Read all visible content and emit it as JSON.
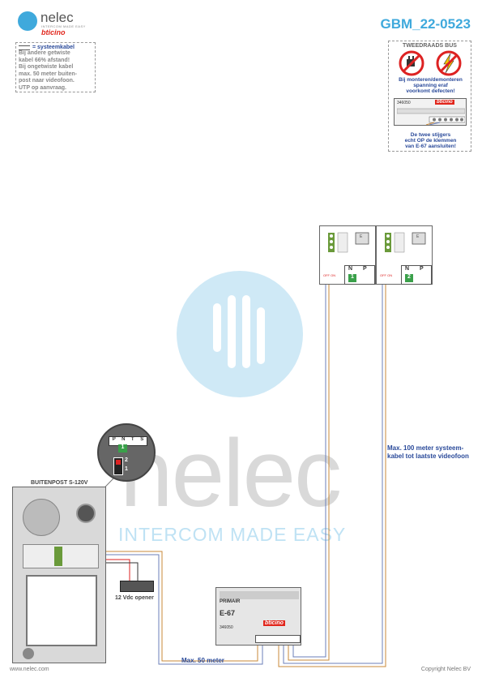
{
  "header": {
    "brand": "nelec",
    "brand_tagline": "INTERCOM MADE EASY",
    "partner_brand": "bticino",
    "document_code": "GBM_22-0523"
  },
  "note": {
    "title": "= systeemkabel",
    "lines": [
      "Bij andere getwiste",
      "kabel 66% afstand!",
      "Bij ongetwiste kabel",
      "max. 50 meter buiten-",
      "post naar videofoon.",
      "UTP op aanvraag."
    ]
  },
  "warning": {
    "title": "TWEEDRAADS BUS",
    "message": [
      "Bij monteren/demonteren",
      "spanning eraf",
      "voorkomt defecten!"
    ],
    "module_code": "346050",
    "module_brand": "bticino",
    "bus_message": [
      "De twee stijgers",
      "echt OP de klemmen",
      "van E-67 aansluiten!"
    ]
  },
  "watermark": {
    "name": "nelec",
    "tagline": "INTERCOM MADE EASY"
  },
  "videophones": [
    {
      "switch_label": "OFF ON",
      "col_n": "N",
      "col_p": "P",
      "address": "1",
      "screen_letter": "E"
    },
    {
      "switch_label": "OFF ON",
      "col_n": "N",
      "col_p": "P",
      "address": "2",
      "screen_letter": "E"
    }
  ],
  "config_callout": {
    "header": [
      "P",
      "N",
      "T",
      "S"
    ],
    "value": "1",
    "switch_positions": [
      "2",
      "1"
    ]
  },
  "outdoor_station": {
    "title": "BUITENPOST S-120V"
  },
  "lock": {
    "label": "12 Vdc opener"
  },
  "power_supply": {
    "primary_label": "PRIMAIR",
    "model": "E-67",
    "code": "346050",
    "brand": "bticino"
  },
  "distances": {
    "riser": [
      "Max. 100 meter systeem-",
      "kabel tot laatste videofoon"
    ],
    "outdoor": "Max. 50 meter"
  },
  "footer": {
    "website": "www.nelec.com",
    "copyright": "Copyright Nelec BV"
  },
  "colors": {
    "accent_blue": "#3fa9dc",
    "label_blue": "#2a4a9a",
    "bticino_red": "#e1261c",
    "wire_orange": "#c98a3a",
    "wire_blue": "#6b7fb8"
  }
}
